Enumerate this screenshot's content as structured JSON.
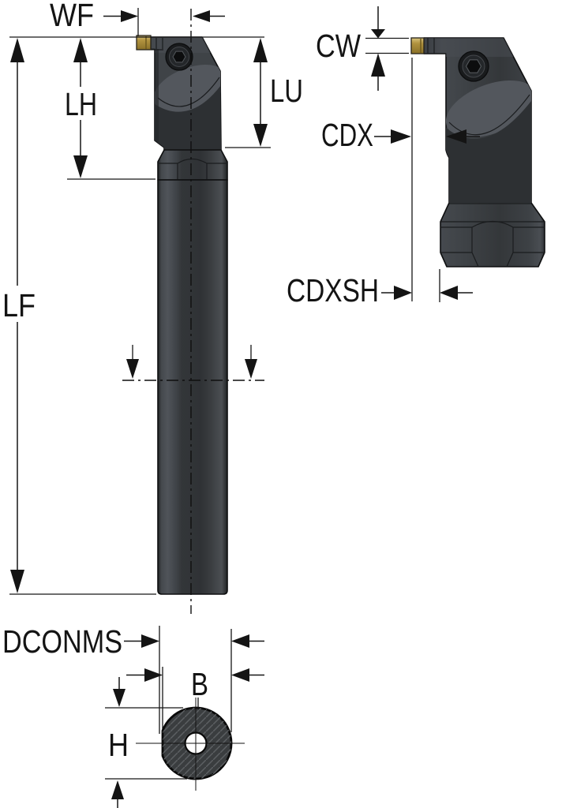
{
  "diagram": {
    "labels": {
      "wf": "WF",
      "lh": "LH",
      "lu": "LU",
      "lf": "LF",
      "cw": "CW",
      "cdx": "CDX",
      "cdxsh": "CDXSH",
      "dconms": "DCONMS",
      "b": "B",
      "h": "H"
    },
    "colors": {
      "background": "#ffffff",
      "dim_line": "#161616",
      "outline": "#0e0f10",
      "body_dark": "#2d3033",
      "body_mid": "#3f4347",
      "body_light": "#53575d",
      "shaft_highlight": "#4e5257",
      "insert_gold": "#b0923f",
      "insert_gold_light": "#d9c47e",
      "section_fill": "#3a3d3f",
      "hatch_line": "#5c5f62"
    }
  }
}
